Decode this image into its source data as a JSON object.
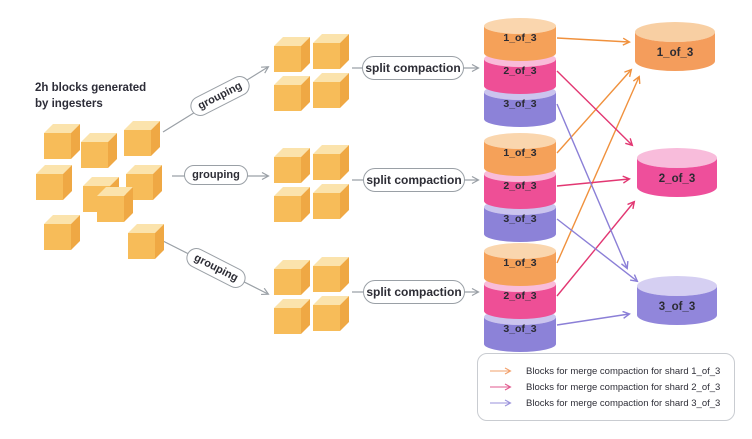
{
  "title": "2h blocks generated\nby ingesters",
  "rows": [
    {
      "grouping": "grouping",
      "split": "split compaction",
      "shards": [
        "1_of_3",
        "2_of_3",
        "3_of_3"
      ]
    },
    {
      "grouping": "grouping",
      "split": "split compaction",
      "shards": [
        "1_of_3",
        "2_of_3",
        "3_of_3"
      ]
    },
    {
      "grouping": "grouping",
      "split": "split compaction",
      "shards": [
        "1_of_3",
        "2_of_3",
        "3_of_3"
      ]
    }
  ],
  "merged": [
    {
      "label": "1_of_3",
      "color": "#F49D5C"
    },
    {
      "label": "2_of_3",
      "color": "#EE4F9B"
    },
    {
      "label": "3_of_3",
      "color": "#9186DB"
    }
  ],
  "legend": [
    {
      "label": "Blocks for merge compaction for shard 1_of_3",
      "color": "#F2A06B"
    },
    {
      "label": "Blocks for merge compaction for shard 2_of_3",
      "color": "#E25A8F"
    },
    {
      "label": "Blocks for merge compaction for shard 3_of_3",
      "color": "#9A92DB"
    }
  ],
  "palette": {
    "block_front": "#F7BC59",
    "block_top": "#FBE3AC",
    "block_side": "#EFA844",
    "shard1_body": "#F5A159",
    "shard1_top": "#FAD6AE",
    "shard2_body": "#EE4F96",
    "shard2_top": "#F9BCD9",
    "shard3_body": "#8C82D8",
    "shard3_top": "#CBC4EE",
    "arrow_shard1": "#F0913D",
    "arrow_shard2": "#E23772",
    "arrow_shard3": "#8B7FD7",
    "connector": "#9aa0a6"
  }
}
